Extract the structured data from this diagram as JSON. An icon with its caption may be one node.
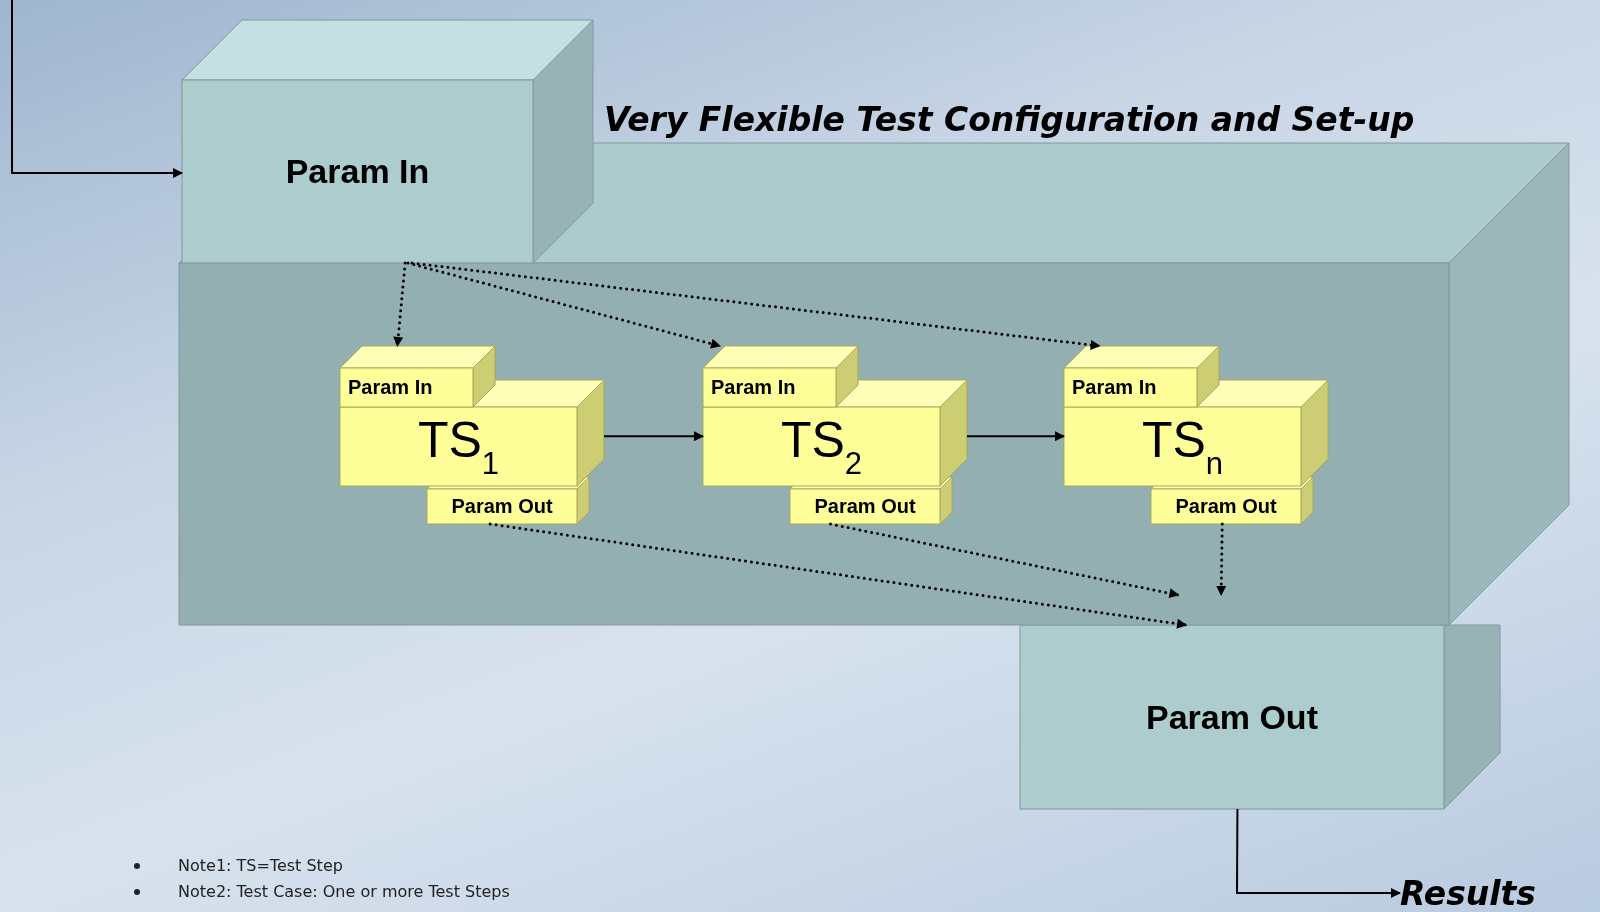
{
  "diagram": {
    "nodes": [
      {
        "text": [
          "Very Flexible Test Configuration and Set-up"
        ]
      },
      {
        "text": [
          "Param In"
        ]
      },
      {
        "text": [
          "TS$_{1}$"
        ],
        "in": 0
      },
      {
        "text": [
          "Param In"
        ],
        "in": 0
      },
      {
        "text": [
          "Param Out"
        ],
        "in": 0
      },
      {
        "text": [
          "TS$_{2}$"
        ],
        "in": 0
      },
      {
        "text": [
          "Param In"
        ],
        "in": 0
      },
      {
        "text": [
          "Param Out"
        ],
        "in": 0
      },
      {
        "text": [
          "TS$_{n}$"
        ],
        "in": 0
      },
      {
        "text": [
          "Param In"
        ],
        "in": 0
      },
      {
        "text": [
          "Param Out"
        ],
        "in": 0
      },
      {
        "text": [
          "Param Out"
        ]
      },
      {
        "text": [
          "Results"
        ]
      }
    ],
    "edges": [
      {
        "from": null,
        "to": 1,
        "arrow": "to"
      },
      {
        "from": 1,
        "to": 3,
        "arrow": "to",
        "style": "dashed"
      },
      {
        "from": 1,
        "to": 6,
        "arrow": "to",
        "style": "dashed"
      },
      {
        "from": 1,
        "to": 9,
        "arrow": "to",
        "style": "dashed"
      },
      {
        "from": 2,
        "to": 5,
        "arrow": "to"
      },
      {
        "from": 5,
        "to": 8,
        "arrow": "to"
      },
      {
        "from": 4,
        "to": 11,
        "arrow": "to",
        "style": "dashed"
      },
      {
        "from": 7,
        "to": 11,
        "arrow": "to",
        "style": "dashed"
      },
      {
        "from": 10,
        "to": 11,
        "arrow": "to",
        "style": "dashed"
      },
      {
        "from": 11,
        "to": 12,
        "arrow": "to"
      }
    ],
    "labels": [
      "Note1: TS=Test Step",
      "Note2: Test Case: One or more Test Steps"
    ]
  }
}
